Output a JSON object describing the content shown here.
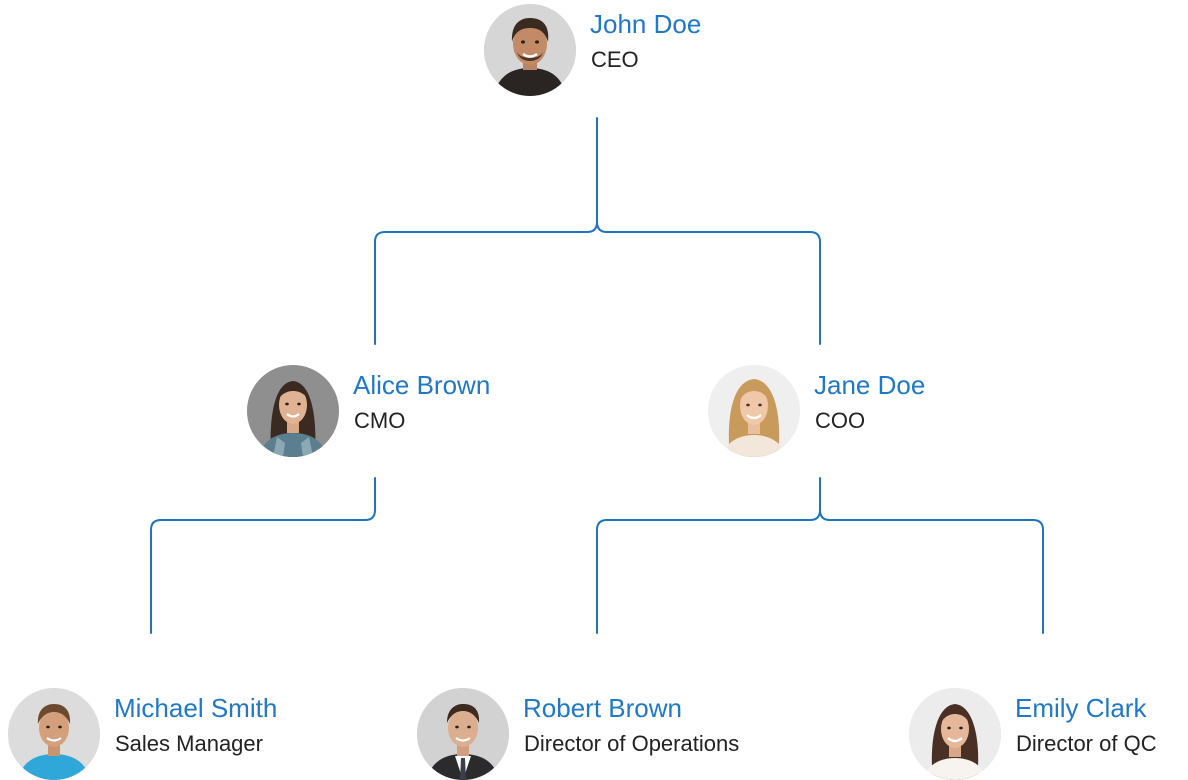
{
  "colors": {
    "name_text": "#1f78c8",
    "connector": "#1f74c0",
    "role_text": "#222222"
  },
  "org_chart": {
    "ceo": {
      "name": "John Doe",
      "role": "CEO"
    },
    "cmo": {
      "name": "Alice Brown",
      "role": "CMO"
    },
    "coo": {
      "name": "Jane Doe",
      "role": "COO"
    },
    "sales_manager": {
      "name": "Michael Smith",
      "role": "Sales Manager"
    },
    "director_operations": {
      "name": "Robert Brown",
      "role": "Director of Operations"
    },
    "director_qc": {
      "name": "Emily Clark",
      "role": "Director of QC"
    }
  },
  "reporting_lines": [
    {
      "from": "ceo",
      "to": "cmo"
    },
    {
      "from": "ceo",
      "to": "coo"
    },
    {
      "from": "cmo",
      "to": "sales_manager"
    },
    {
      "from": "coo",
      "to": "director_operations"
    },
    {
      "from": "coo",
      "to": "director_qc"
    }
  ]
}
